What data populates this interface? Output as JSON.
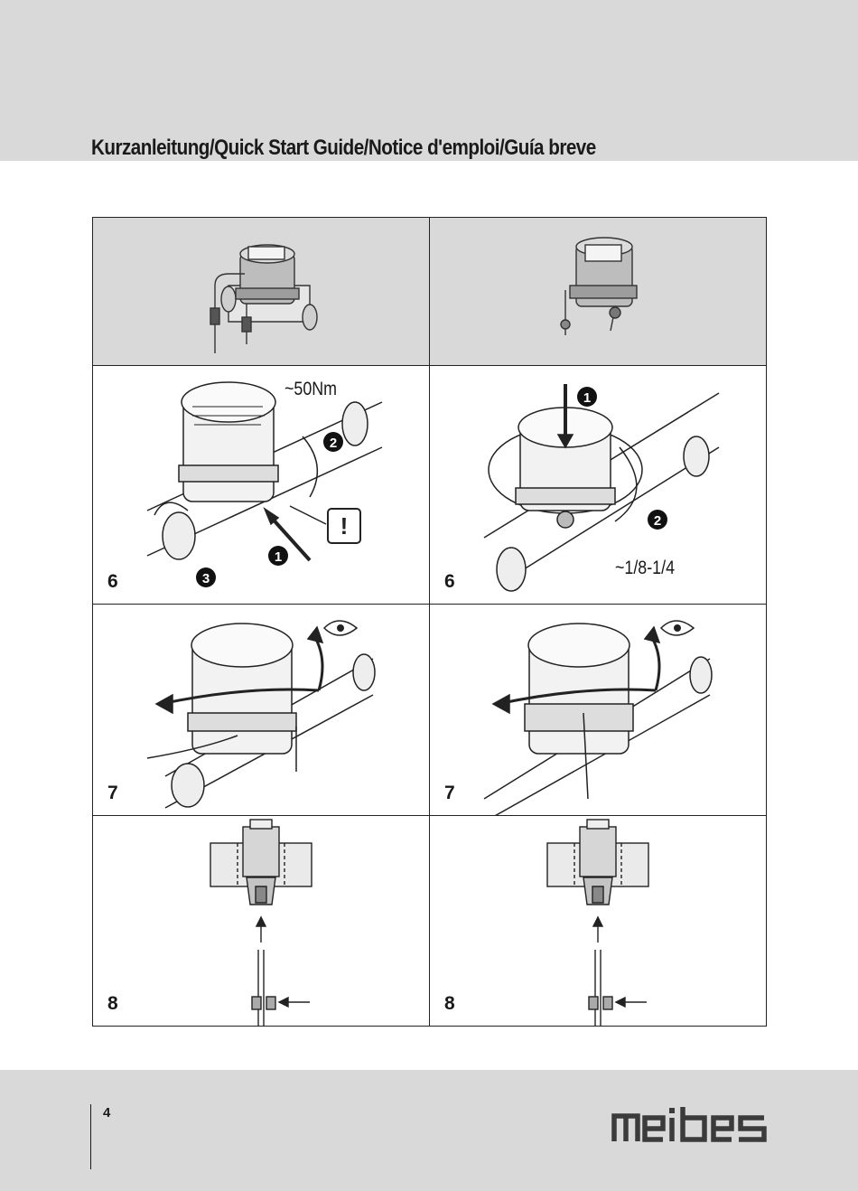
{
  "header": {
    "title": "Kurzanleitung/Quick Start Guide/Notice d'emploi/Guía breve"
  },
  "steps": {
    "row1": {
      "left_number": "6",
      "right_number": "6",
      "torque": "~50Nm",
      "turn_fraction": "~1/8-1/4"
    },
    "row2": {
      "left_number": "7",
      "right_number": "7"
    },
    "row3": {
      "left_number": "8",
      "right_number": "8"
    }
  },
  "markers": {
    "one": "1",
    "two": "2",
    "three": "3",
    "warning": "!"
  },
  "footer": {
    "page_number": "4",
    "brand": "meibes"
  },
  "colors": {
    "band_gray": "#d9d9d9",
    "ink": "#1a1a1a"
  }
}
